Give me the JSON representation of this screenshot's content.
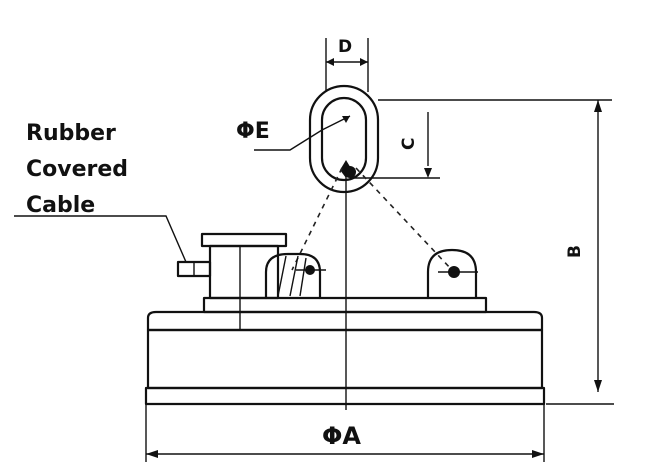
{
  "labels": {
    "cable_line1": "Rubber",
    "cable_line2": "Covered",
    "cable_line3": "Cable",
    "dim_d": "D",
    "dim_e": "ΦE",
    "dim_c": "C",
    "dim_b": "B",
    "dim_a": "ΦA"
  }
}
